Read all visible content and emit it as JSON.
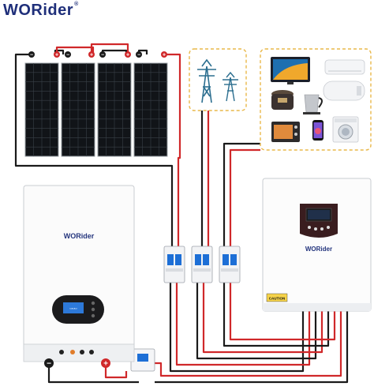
{
  "brand": {
    "logo_text": "WORider",
    "registered_mark": "®"
  },
  "battery": {
    "logo_text": "WORider",
    "negative_sign": "−",
    "positive_sign": "+"
  },
  "inverter": {
    "logo_text": "WORider",
    "caution_label": "CAUTION"
  },
  "panels": [
    {
      "polarity_left": "−",
      "polarity_right": "+"
    },
    {
      "polarity_left": "−",
      "polarity_right": "+"
    },
    {
      "polarity_left": "−",
      "polarity_right": "+"
    },
    {
      "polarity_left": "−",
      "polarity_right": "+"
    }
  ],
  "colors": {
    "wire_red": "#d0282a",
    "wire_black": "#1a1a1a",
    "dashed_box": "#e9b84a",
    "brand_blue": "#1f2f7a",
    "breaker_blue": "#1d6fd6",
    "inverter_face": "#3a1d1f"
  },
  "icons": {
    "grid": "power-tower-icon",
    "appliances": [
      "tv-icon",
      "air-conditioner-icon",
      "rice-cooker-icon",
      "kettle-icon",
      "water-heater-icon",
      "oven-icon",
      "phone-icon",
      "washing-machine-icon"
    ]
  }
}
